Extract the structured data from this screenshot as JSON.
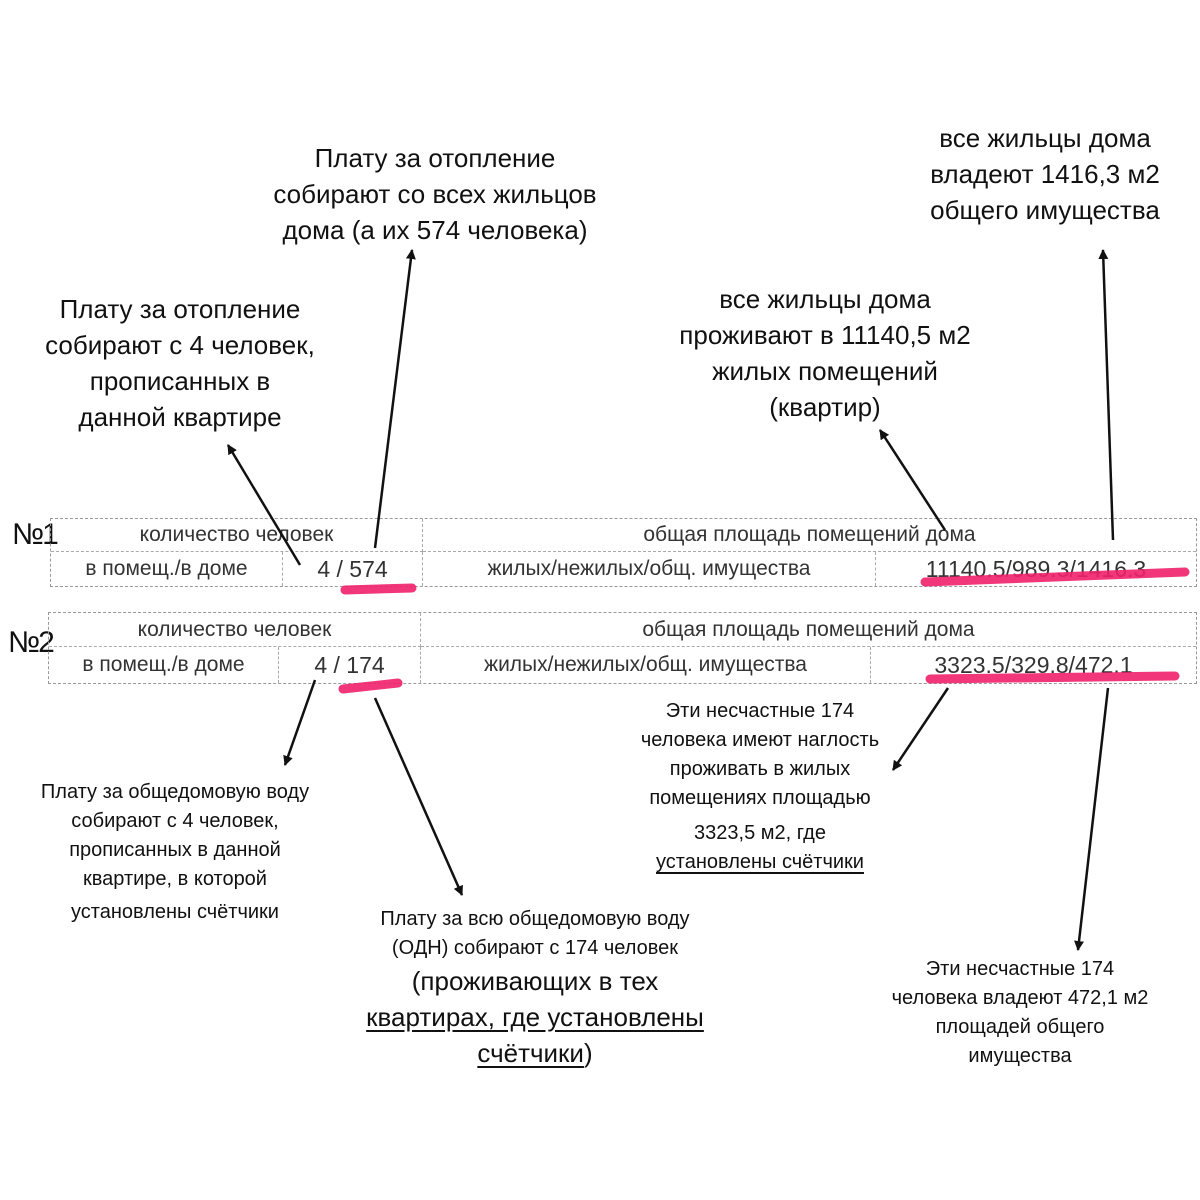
{
  "notes": {
    "heating_all": [
      "Плату за отопление",
      "собирают со всех жильцов",
      "дома (а их 574 человека)"
    ],
    "heating_four": [
      "Плату за отопление",
      "собирают с 4 человек,",
      "прописанных в",
      "данной квартире"
    ],
    "common_property": [
      "все жильцы дома",
      "владеют 1416,3 м2",
      "общего имущества"
    ],
    "living_area": [
      "все жильцы дома",
      "проживают в 11140,5 м2",
      "жилых помещений",
      "(квартир)"
    ],
    "water_four": [
      "Плату за общедомовую воду",
      "собирают с 4 человек,",
      "прописанных в данной",
      "квартире, в которой",
      "установлены счётчики"
    ],
    "odn": [
      "Плату за всю общедомовую воду",
      "(ОДН) собирают с 174 человек",
      "(проживающих в тех",
      "квартирах, где установлены",
      "счётчики",
      ")"
    ],
    "unlucky_living": [
      "Эти несчастные 174",
      "человека имеют наглость",
      "проживать в жилых",
      "помещениях площадью",
      "3323,5 м2, где",
      "установлены счётчики"
    ],
    "unlucky_property": [
      "Эти несчастные 174",
      "человека владеют 472,1 м2",
      "площадей общего",
      "имущества"
    ]
  },
  "tables": [
    {
      "label": "№1",
      "people_header": "количество человек",
      "people_sub": "в помещ./в доме",
      "people_value": "4 / 574",
      "area_header": "общая площадь помещений дома",
      "area_sub": "жилых/нежилых/общ. имущества",
      "area_value": "11140.5/989.3/1416.3"
    },
    {
      "label": "№2",
      "people_header": "количество человек",
      "people_sub": "в помещ./в доме",
      "people_value": "4 / 174",
      "area_header": "общая площадь помещений дома",
      "area_sub": "жилых/нежилых/общ. имущества",
      "area_value": "3323.5/329.8/472.1"
    }
  ],
  "colors": {
    "highlight": "#f0206a",
    "arrow": "#111111"
  }
}
